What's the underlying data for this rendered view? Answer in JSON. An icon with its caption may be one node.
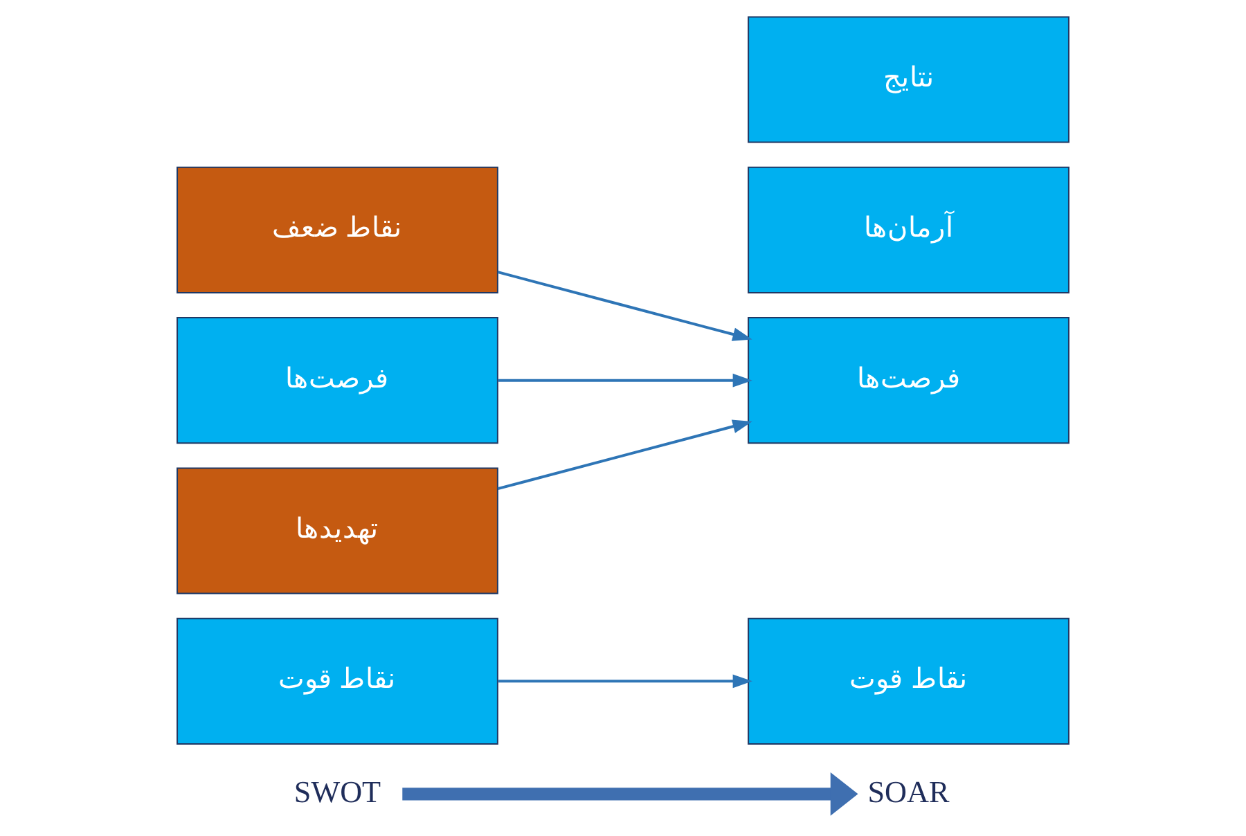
{
  "diagram": {
    "nodes": [
      {
        "text": [
          "SWOT"
        ]
      },
      {
        "text": [
          "SOAR"
        ]
      },
      {
        "text": [
          "نقاط قوت"
        ]
      },
      {
        "text": [
          "نقاط ضعف"
        ]
      },
      {
        "text": [
          "فرصت‌ها"
        ]
      },
      {
        "text": [
          "تهدیدها"
        ]
      },
      {
        "text": [
          "نقاط قوت"
        ]
      },
      {
        "text": [
          "فرصت‌ها"
        ]
      },
      {
        "text": [
          "آرمان‌ها"
        ]
      },
      {
        "text": [
          "نتایج"
        ]
      }
    ],
    "edges": [
      {
        "from": 0,
        "to": 1,
        "arrow": "to",
        "style": "thick"
      },
      {
        "from": 2,
        "to": 6,
        "arrow": "to"
      },
      {
        "from": 3,
        "to": 7,
        "arrow": "to"
      },
      {
        "from": 4,
        "to": 7,
        "arrow": "to"
      },
      {
        "from": 5,
        "to": 7,
        "arrow": "to"
      }
    ]
  }
}
